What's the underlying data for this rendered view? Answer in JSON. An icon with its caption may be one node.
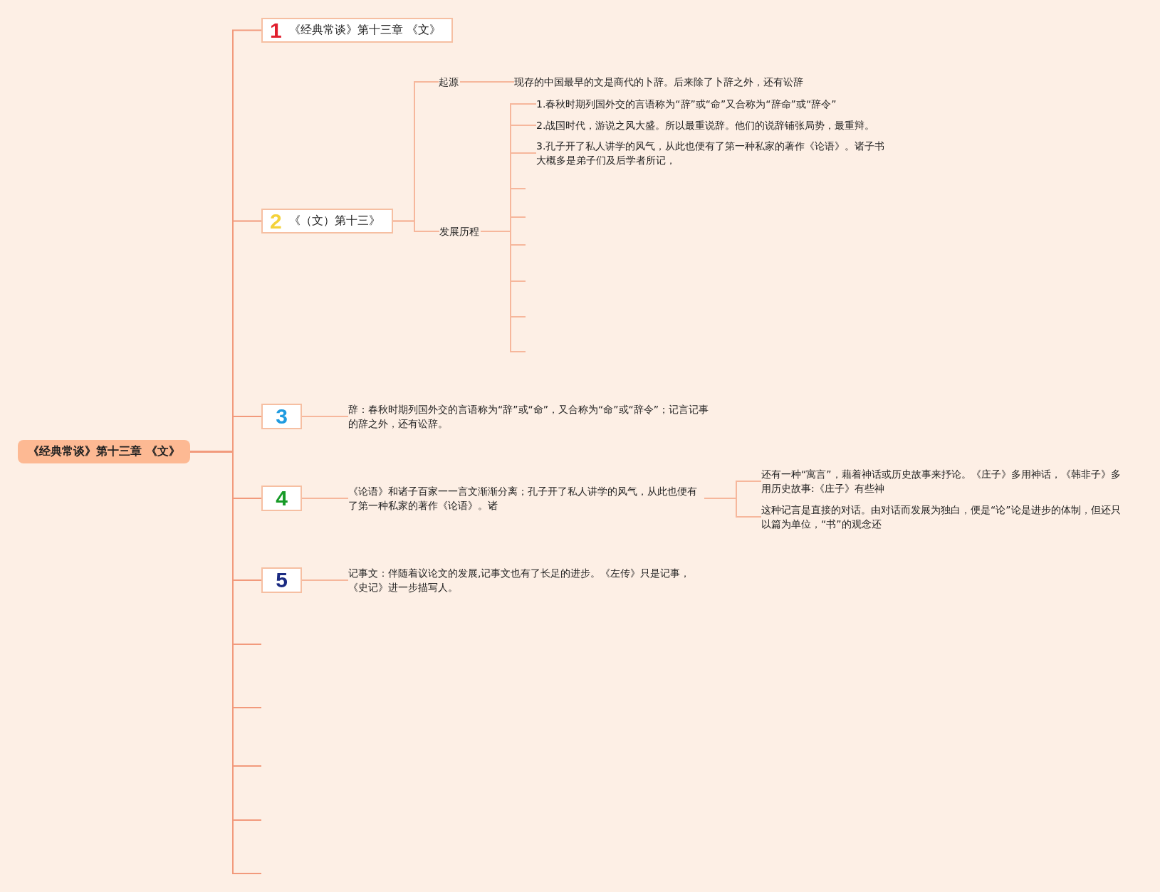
{
  "diagram": {
    "nodes": [
      {
        "text": [
          "《经典常谈》第十三章 《文》"
        ]
      },
      {
        "text": [
          "1",
          "《经典常谈》第十三章 《文》"
        ]
      },
      {
        "text": [
          "2",
          "《（文）第十三》"
        ]
      },
      {
        "text": [
          "起源"
        ]
      },
      {
        "text": [
          "现存的中国最早的文是商代的卜辞。后来除了卜辞之外，还有讼辞"
        ]
      },
      {
        "text": [
          "发展历程"
        ]
      },
      {
        "text": [
          "1.春秋时期列国外交的言语称为“辞”或“命”又合称为“辞命”或“辞令”"
        ]
      },
      {
        "text": [
          "2.战国时代，游说之风大盛。所以最重说辞。他们的说辞铺张局势，最重辩。"
        ]
      },
      {
        "text": [
          "3.孔子开了私人讲学的风气，从此也便有了第一种私家的著作《论语》。诸子书大概多是弟子们及后学者所记，"
        ]
      },
      {
        "text": [
          "3"
        ]
      },
      {
        "text": [
          "辞：春秋时期列国外交的言语称为“辞”或“命”，又合称为“命”或“辞令”；记言记事的辞之外，还有讼辞。"
        ]
      },
      {
        "text": [
          "4"
        ]
      },
      {
        "text": [
          "《论语》和诸子百家一一言文渐渐分离；孔子开了私人讲学的风气，从此也便有了第一种私家的著作《论语》。诸"
        ]
      },
      {
        "text": [
          "还有一种“寓言”，藉着神话或历史故事来抒论。《庄子》多用神话，《韩非子》多用历史故事:《庄子》有些神"
        ]
      },
      {
        "text": [
          "这种记言是直接的对话。由对话而发展为独白，便是“论”论是进步的体制，但还只以篇为单位，“书”的观念还"
        ]
      },
      {
        "text": [
          "5"
        ]
      },
      {
        "text": [
          "记事文：伴随着议论文的发展,记事文也有了长足的进步。《左传》只是记事，《史记》进一步描写人。"
        ]
      }
    ],
    "edges": [
      {
        "from": 0,
        "to": 1,
        "arrow": "none"
      },
      {
        "from": 0,
        "to": 2,
        "arrow": "none"
      },
      {
        "from": 0,
        "to": 9,
        "arrow": "none"
      },
      {
        "from": 0,
        "to": 11,
        "arrow": "none"
      },
      {
        "from": 0,
        "to": 15,
        "arrow": "none"
      },
      {
        "from": 0,
        "to": null,
        "arrow": "none"
      },
      {
        "from": 0,
        "to": null,
        "arrow": "none"
      },
      {
        "from": 0,
        "to": null,
        "arrow": "none"
      },
      {
        "from": 0,
        "to": null,
        "arrow": "none"
      },
      {
        "from": 0,
        "to": null,
        "arrow": "none"
      },
      {
        "from": 2,
        "to": 3,
        "arrow": "none"
      },
      {
        "from": 2,
        "to": 5,
        "arrow": "none"
      },
      {
        "from": 3,
        "to": 4,
        "arrow": "none"
      },
      {
        "from": 5,
        "to": 6,
        "arrow": "none"
      },
      {
        "from": 5,
        "to": 7,
        "arrow": "none"
      },
      {
        "from": 5,
        "to": 8,
        "arrow": "none"
      },
      {
        "from": 5,
        "to": null,
        "arrow": "none"
      },
      {
        "from": 5,
        "to": null,
        "arrow": "none"
      },
      {
        "from": 5,
        "to": null,
        "arrow": "none"
      },
      {
        "from": 5,
        "to": null,
        "arrow": "none"
      },
      {
        "from": 5,
        "to": null,
        "arrow": "none"
      },
      {
        "from": 5,
        "to": null,
        "arrow": "none"
      },
      {
        "from": 9,
        "to": 10,
        "arrow": "none"
      },
      {
        "from": 11,
        "to": 12,
        "arrow": "none"
      },
      {
        "from": 12,
        "to": 13,
        "arrow": "none"
      },
      {
        "from": 12,
        "to": 14,
        "arrow": "none"
      },
      {
        "from": 15,
        "to": 16,
        "arrow": "none"
      }
    ]
  }
}
